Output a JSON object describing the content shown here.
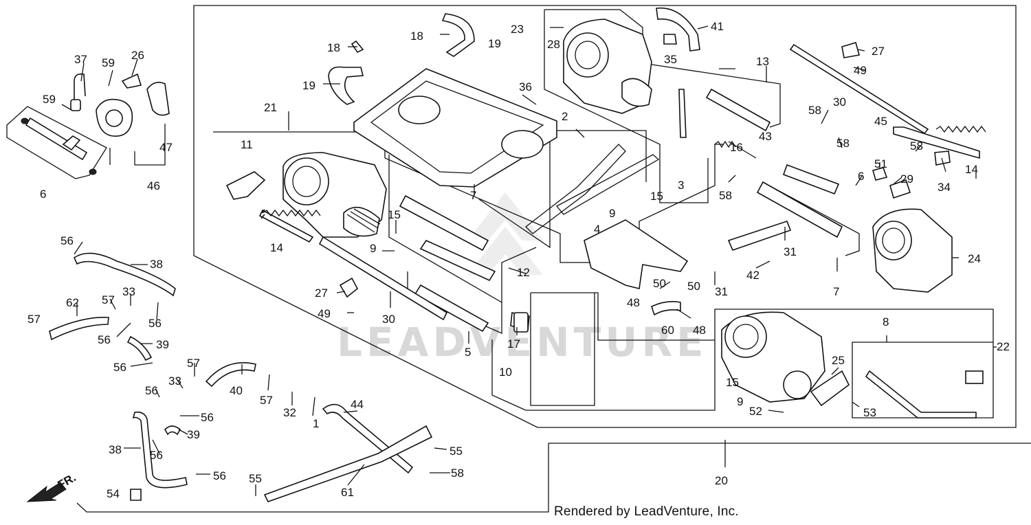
{
  "footer": {
    "credit": "Rendered by LeadVenture, Inc."
  },
  "watermark": {
    "text": "LEADVENTURE"
  },
  "orientation_label": "FR.",
  "callouts": [
    "1",
    "2",
    "3",
    "4",
    "5",
    "6",
    "7",
    "8",
    "9",
    "10",
    "11",
    "12",
    "13",
    "14",
    "15",
    "16",
    "17",
    "18",
    "19",
    "20",
    "21",
    "22",
    "23",
    "24",
    "25",
    "26",
    "27",
    "28",
    "29",
    "30",
    "31",
    "32",
    "33",
    "34",
    "35",
    "36",
    "37",
    "38",
    "39",
    "40",
    "41",
    "42",
    "43",
    "44",
    "45",
    "46",
    "47",
    "48",
    "49",
    "50",
    "51",
    "52",
    "53",
    "54",
    "55",
    "56",
    "57",
    "58",
    "59",
    "60",
    "61",
    "62"
  ],
  "colors": {
    "ink": "#111111",
    "watermark": "#d8d8d8",
    "background": "#ffffff"
  }
}
